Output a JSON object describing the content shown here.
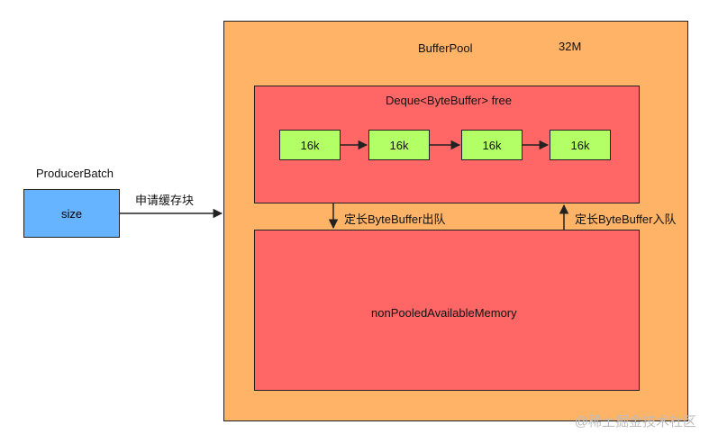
{
  "producer": {
    "title": "ProducerBatch",
    "box_label": "size"
  },
  "request_label": "申请缓存块",
  "pool": {
    "title": "BufferPool",
    "capacity": "32M"
  },
  "deque": {
    "title": "Deque<ByteBuffer> free",
    "buffers": [
      "16k",
      "16k",
      "16k",
      "16k"
    ]
  },
  "dequeue_label": "定长ByteBuffer出队",
  "enqueue_label": "定长ByteBuffer入队",
  "nonpooled": {
    "title": "nonPooledAvailableMemory"
  },
  "watermark": "@稀土掘金技术社区",
  "colors": {
    "pool": "#ffb366",
    "deque": "#ff6666",
    "nonpooled": "#ff6666",
    "buffer": "#b3ff66",
    "size_box": "#66b3ff"
  }
}
